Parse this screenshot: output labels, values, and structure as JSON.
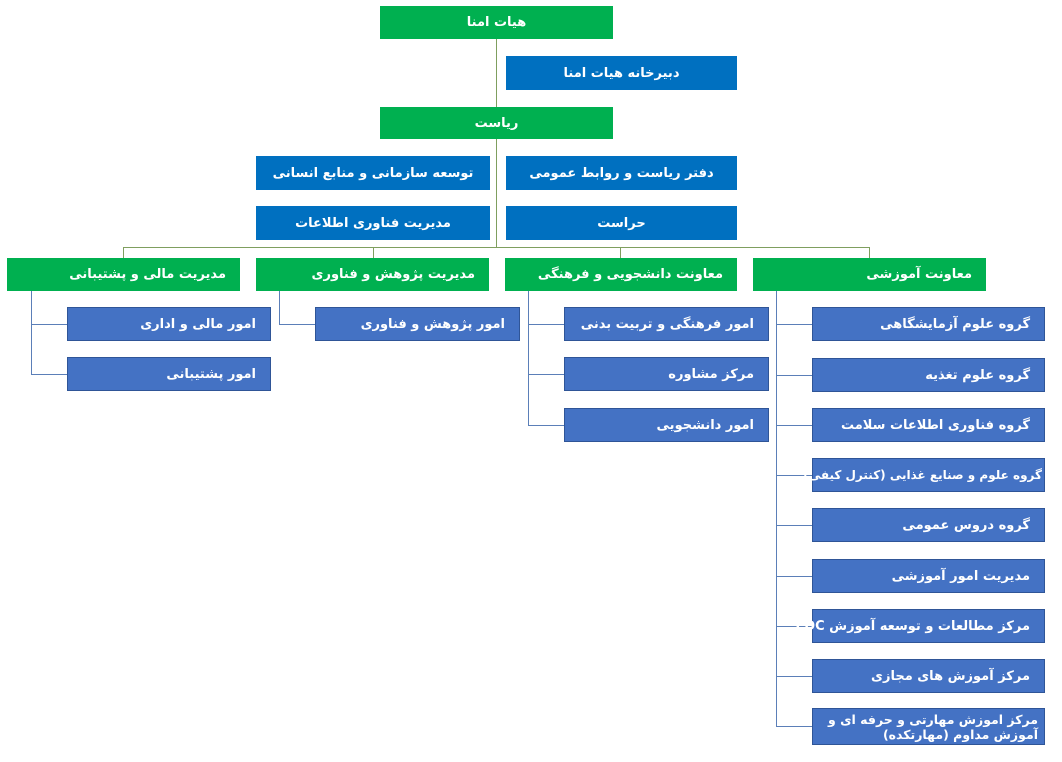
{
  "board": {
    "title": "هیات امنا",
    "secretariat": "دبیرخانه هیات امنا"
  },
  "presidency": {
    "title": "ریاست",
    "offices": {
      "public_relations": "دفتر ریاست و روابط عمومی",
      "hr_development": "توسعه سازمانی و منابع انسانی",
      "security": "حراست",
      "it_management": "مدیریت فناوری اطلاعات"
    }
  },
  "departments": {
    "education": {
      "title": "معاونت آموزشی",
      "units": [
        "گروه علوم آزمایشگاهی",
        "گروه علوم تغذیه",
        "گروه فناوری اطلاعات سلامت",
        "گروه علوم و صنایع غذایی (کنترل کیفی)",
        "گروه دروس عمومی",
        "مدیریت امور آموزشی",
        "مرکز مطالعات و توسعه آموزش EDC",
        "مرکز آموزش های مجازی",
        "مرکز اموزش مهارتی و حرفه ای و آموزش مداوم (مهارتکده)"
      ]
    },
    "student_cultural": {
      "title": "معاونت دانشجویی و فرهنگی",
      "units": [
        "امور فرهنگی و تربیت بدنی",
        "مرکز مشاوره",
        "امور دانشجویی"
      ]
    },
    "research": {
      "title": "مدیریت پژوهش و فناوری",
      "units": [
        "امور پژوهش و فناوری"
      ]
    },
    "finance": {
      "title": "مدیریت مالی و پشتیبانی",
      "units": [
        "امور مالی و اداری",
        "امور پشتیبانی"
      ]
    }
  },
  "colors": {
    "level_green": "#00b050",
    "office_blue": "#0070c0",
    "unit_steel": "#4472c4",
    "connector": "#7f9f5f"
  }
}
